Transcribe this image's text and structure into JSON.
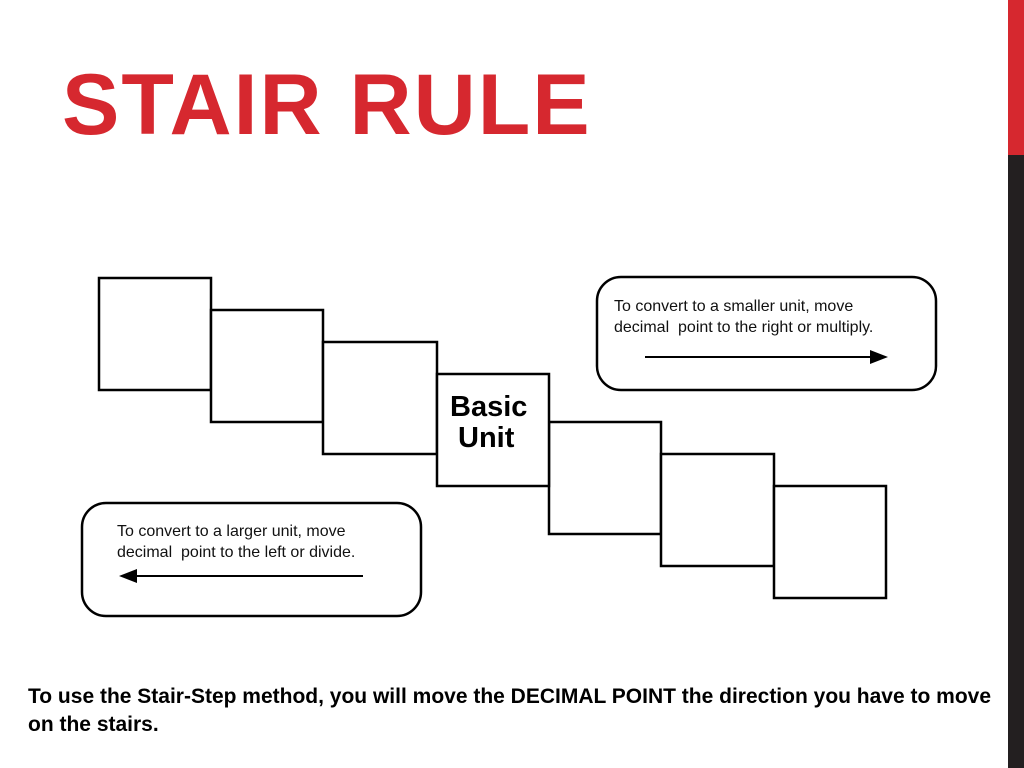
{
  "title": "STAIR RULE",
  "colors": {
    "accent_red": "#d6282f",
    "sidebar_dark": "#231f20"
  },
  "diagram": {
    "center_step_label": [
      "Basic",
      "Unit"
    ],
    "smaller_note": {
      "lines": [
        "To convert to a smaller unit, move",
        "decimal  point to the right or multiply."
      ],
      "arrow_direction": "right"
    },
    "larger_note": {
      "lines": [
        "To convert to a larger unit, move",
        "decimal  point to the left or divide."
      ],
      "arrow_direction": "left"
    }
  },
  "caption": "To use the Stair-Step method, you will move the DECIMAL POINT  the direction you have to move on the stairs."
}
